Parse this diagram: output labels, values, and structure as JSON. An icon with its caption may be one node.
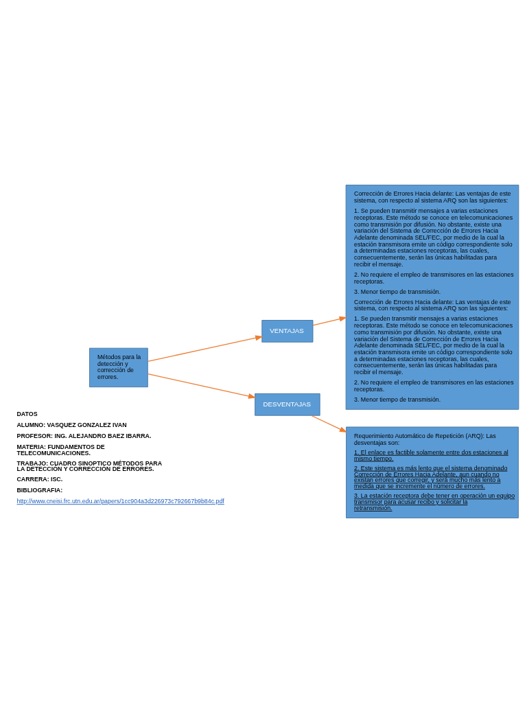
{
  "diagram": {
    "nodes": [
      {
        "text": [
          "Métodos para la detección y corrección de errores."
        ]
      },
      {
        "text": [
          "VENTAJAS"
        ]
      },
      {
        "text": [
          "Corrección de Errores Hacia delante: Las ventajas de este sistema, con respecto al sistema ARQ son las siguientes:",
          "1. Se pueden transmitir mensajes a varias estaciones receptoras. Este método se conoce en telecomunicaciones como transmisión por difusión. No obstante, existe una variación del Sistema de Corrección de Errores Hacia Adelante denominada SEL/FEC, por medio de la cual la estación transmisora emite un código correspondiente solo a determinadas estaciones receptoras, las cuales, consecuentemente, serán las únicas habilitadas para recibir el mensaje.",
          "2. No requiere el empleo de transmisores en las estaciones receptoras.",
          "3. Menor tiempo de transmisión.",
          "Corrección de Errores Hacia delante: Las ventajas de este sistema, con respecto al sistema ARQ son las siguientes:",
          "1. Se pueden transmitir mensajes a varias estaciones receptoras. Este método se conoce en telecomunicaciones como transmisión por difusión. No obstante, existe una variación del Sistema de Corrección de Errores Hacia Adelante denominada SEL/FEC, por medio de la cual la estación transmisora emite un código correspondiente solo a determinadas estaciones receptoras, las cuales, consecuentemente, serán las únicas habilitadas para recibir el mensaje.",
          "2. No requiere el empleo de transmisores en las estaciones receptoras.",
          "3. Menor tiempo de transmisión."
        ]
      },
      {
        "text": [
          "DESVENTAJAS"
        ]
      },
      {
        "text": [
          "Requerimiento Automático de Repetición (ARQ): Las desventajas son:",
          "1. El enlace es factible solamente entre dos estaciones al mismo tiempo.",
          "2. Este sistema es más lento que el sistema denominado Corrección de Errores Hacia Adelante, aun cuando no existan errores que corregir, y será mucho más lento a medida que se incremente el número de errores.",
          "3. La estación receptora debe tener en operación un equipo transmisor para acusar recibo y solicitar la retransmisión."
        ]
      }
    ],
    "edges": [
      {
        "from": 0,
        "to": 1,
        "arrow": "to"
      },
      {
        "from": 0,
        "to": 3,
        "arrow": "to"
      },
      {
        "from": 1,
        "to": 2,
        "arrow": "to"
      },
      {
        "from": 3,
        "to": 4,
        "arrow": "to"
      }
    ],
    "labels": [
      "DATOS",
      "ALUMNO: VASQUEZ GONZALEZ IVAN",
      "PROFESOR: ING. ALEJANDRO BAEZ IBARRA.",
      "MATERIA: FUNDAMENTOS DE TELECOMUNICACIONES.",
      "TRABAJO: CUADRO SINOPTICO MÉTODOS PARA LA DETECCIÓN Y CORRECCIÓN DE ERRORES.",
      "CARRERA: ISC.",
      "BIBLIOGRAFIA:",
      "http://www.cneisi.frc.utn.edu.ar/papers/1cc904a3d226973c792667b9b84c.pdf"
    ]
  }
}
